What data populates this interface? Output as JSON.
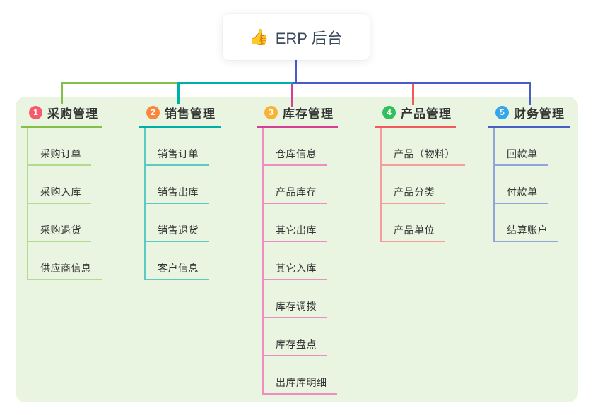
{
  "root": {
    "icon": "👍",
    "icon_name": "thumbs-up-icon",
    "title": "ERP 后台",
    "connector_color": "#4A5AC8"
  },
  "panel_color": "#E9F5E1",
  "branches": [
    {
      "badge": "1",
      "title": "采购管理",
      "color": "#84BF4A",
      "light_color": "#B3DB8D",
      "badge_color": "#F8596C",
      "children": [
        "采购订单",
        "采购入库",
        "采购退货",
        "供应商信息"
      ]
    },
    {
      "badge": "2",
      "title": "销售管理",
      "color": "#00B0A8",
      "light_color": "#5CC9C3",
      "badge_color": "#F9883D",
      "children": [
        "销售订单",
        "销售出库",
        "销售退货",
        "客户信息"
      ]
    },
    {
      "badge": "3",
      "title": "库存管理",
      "color": "#D63F94",
      "light_color": "#EF8CC1",
      "badge_color": "#F9B234",
      "children": [
        "仓库信息",
        "产品库存",
        "其它出库",
        "其它入库",
        "库存调拨",
        "库存盘点",
        "出库库明细"
      ]
    },
    {
      "badge": "4",
      "title": "产品管理",
      "color": "#F25B5C",
      "light_color": "#F79B9B",
      "badge_color": "#33BF5C",
      "children": [
        "产品（物料）",
        "产品分类",
        "产品单位"
      ]
    },
    {
      "badge": "5",
      "title": "财务管理",
      "color": "#4A5FC6",
      "light_color": "#8FA6DD",
      "badge_color": "#35A6E9",
      "children": [
        "回款单",
        "付款单",
        "结算账户"
      ]
    }
  ]
}
